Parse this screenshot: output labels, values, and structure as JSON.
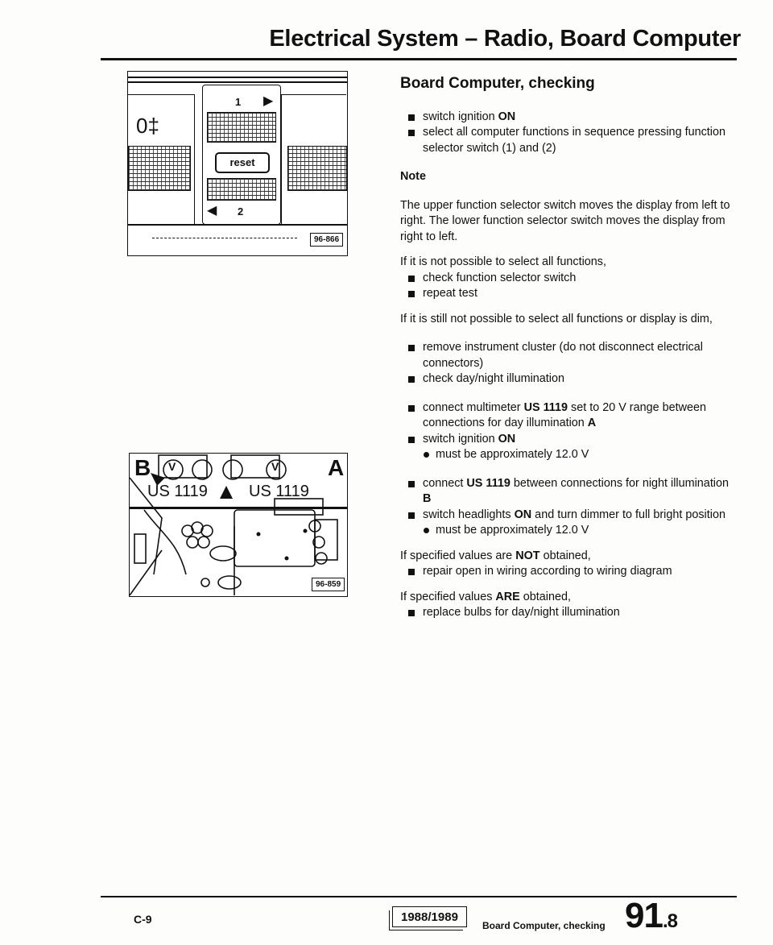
{
  "header": {
    "title": "Electrical System – Radio, Board Computer"
  },
  "figure1": {
    "label_upper": "1",
    "label_lower": "2",
    "reset_label": "reset",
    "fig_id": "96-866"
  },
  "figure2": {
    "label_b": "B",
    "label_a": "A",
    "meter_symbol": "V",
    "meter_left": "US 1119",
    "meter_right": "US 1119",
    "fig_id": "96-859"
  },
  "content": {
    "title": "Board Computer, checking",
    "step_ignition": [
      "switch ignition ",
      "ON"
    ],
    "step_select": "select all computer functions in sequence pressing function selector switch (1) and (2)",
    "note_heading": "Note",
    "note_text": "The upper function selector switch moves the display from left to right. The lower function selector switch moves the display from right to left.",
    "if_not_possible": "If it is not possible to select all functions,",
    "check_switch": "check function selector switch",
    "repeat_test": "repeat test",
    "if_still": "If it is still not possible to select all functions or display is dim,",
    "remove_cluster": "remove instrument cluster (do not disconnect electrical connectors)",
    "check_illumination": "check day/night illumination",
    "connect_day": [
      "connect multimeter ",
      "US 1119",
      " set to 20 V range between connections for day illumination ",
      "A"
    ],
    "ignition_on": [
      "switch ignition ",
      "ON"
    ],
    "must_be_1": "must be approximately 12.0 V",
    "connect_night": [
      "connect ",
      "US 1119",
      " between connections for night illumination ",
      "B"
    ],
    "headlights": [
      "switch headlights ",
      "ON",
      " and turn dimmer to full bright position"
    ],
    "must_be_2": "must be approximately 12.0 V",
    "if_not_obtained": [
      "If specified values are ",
      "NOT",
      " obtained,"
    ],
    "repair": "repair open in wiring according to wiring diagram",
    "if_obtained": [
      "If specified values ",
      "ARE",
      " obtained,"
    ],
    "replace": "replace bulbs for day/night illumination"
  },
  "footer": {
    "page_ref": "C-9",
    "year": "1988/1989",
    "caption": "Board Computer, checking",
    "page_major": "91",
    "page_minor": ".8"
  }
}
